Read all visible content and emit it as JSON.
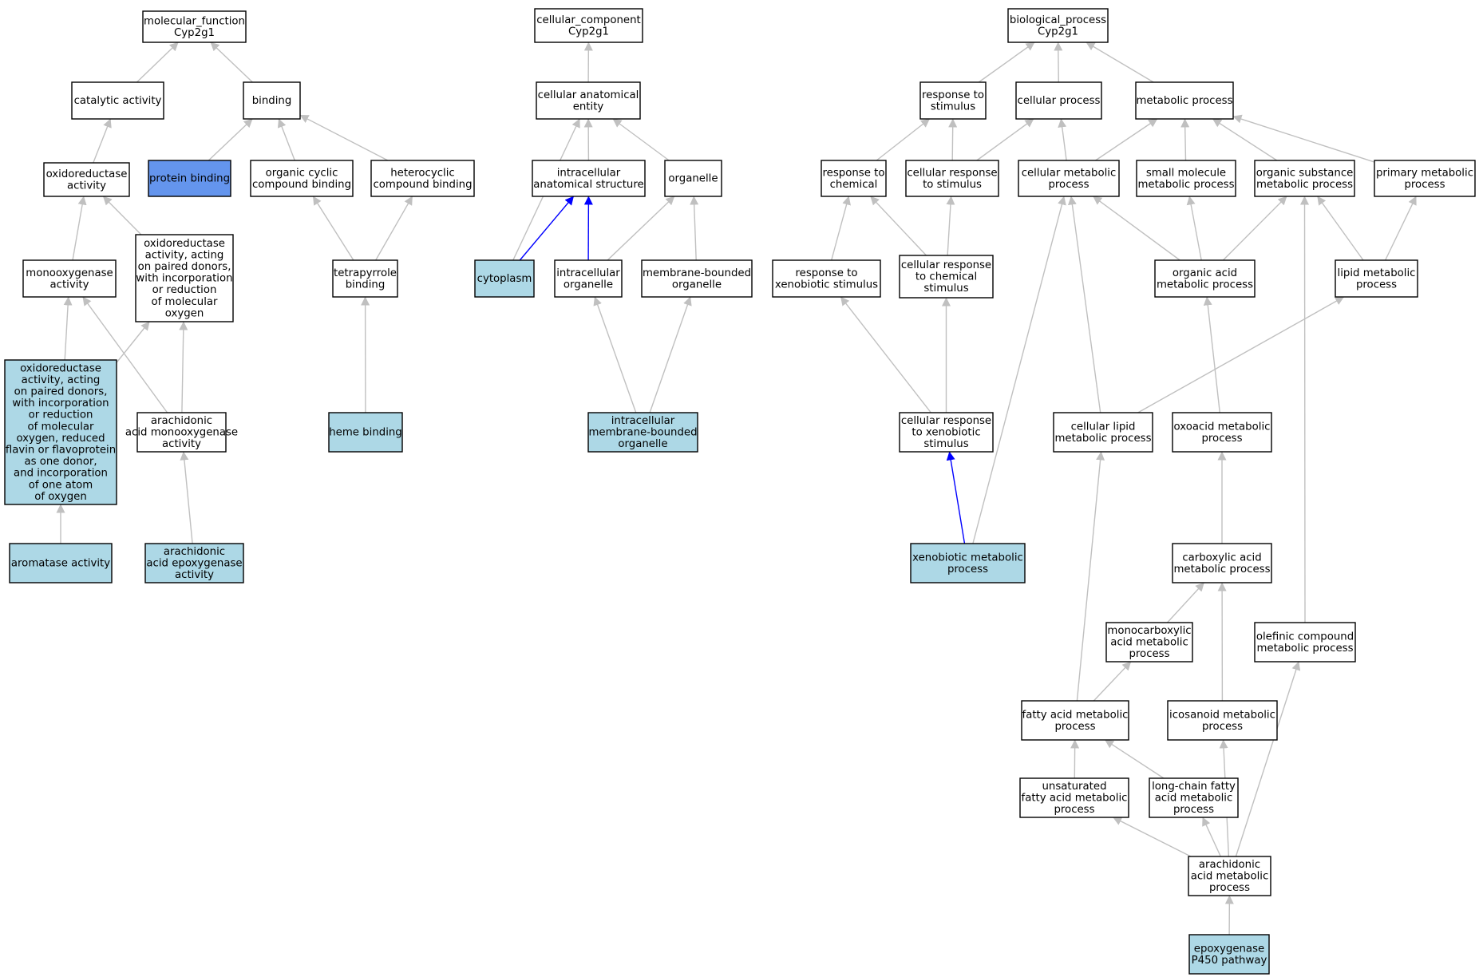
{
  "colors": {
    "node_default": "#ffffff",
    "node_annotated": "#add8e6",
    "node_query": "#6495ed",
    "edge_default": "#c0c0c0",
    "edge_highlight": "#0000ff",
    "border": "#000000"
  },
  "nodes": [
    {
      "id": "mf_root",
      "lines": [
        "molecular_function",
        "Cyp2g1"
      ],
      "fill": "default"
    },
    {
      "id": "catalytic",
      "lines": [
        "catalytic activity"
      ],
      "fill": "default"
    },
    {
      "id": "binding",
      "lines": [
        "binding"
      ],
      "fill": "default"
    },
    {
      "id": "oxidoreductase",
      "lines": [
        "oxidoreductase",
        "activity"
      ],
      "fill": "default"
    },
    {
      "id": "protein_binding",
      "lines": [
        "protein binding"
      ],
      "fill": "query"
    },
    {
      "id": "organic_cyclic",
      "lines": [
        "organic cyclic",
        "compound binding"
      ],
      "fill": "default"
    },
    {
      "id": "heterocyclic",
      "lines": [
        "heterocyclic",
        "compound binding"
      ],
      "fill": "default"
    },
    {
      "id": "monooxygenase",
      "lines": [
        "monooxygenase",
        "activity"
      ],
      "fill": "default"
    },
    {
      "id": "oxred_paired",
      "lines": [
        "oxidoreductase",
        "activity, acting",
        "on paired donors,",
        "with incorporation",
        "or reduction",
        "of molecular",
        "oxygen"
      ],
      "fill": "default"
    },
    {
      "id": "tetrapyrrole",
      "lines": [
        "tetrapyrrole",
        "binding"
      ],
      "fill": "default"
    },
    {
      "id": "oxred_flavin",
      "lines": [
        "oxidoreductase",
        "activity, acting",
        "on paired donors,",
        "with incorporation",
        "or reduction",
        "of molecular",
        "oxygen, reduced",
        "flavin or flavoprotein",
        "as one donor,",
        "and incorporation",
        "of one atom",
        "of oxygen"
      ],
      "fill": "annotated"
    },
    {
      "id": "arach_mono",
      "lines": [
        "arachidonic",
        "acid monooxygenase",
        "activity"
      ],
      "fill": "default"
    },
    {
      "id": "heme",
      "lines": [
        "heme binding"
      ],
      "fill": "annotated"
    },
    {
      "id": "aromatase",
      "lines": [
        "aromatase activity"
      ],
      "fill": "annotated"
    },
    {
      "id": "arach_epox",
      "lines": [
        "arachidonic",
        "acid epoxygenase",
        "activity"
      ],
      "fill": "annotated"
    },
    {
      "id": "cc_root",
      "lines": [
        "cellular_component",
        "Cyp2g1"
      ],
      "fill": "default"
    },
    {
      "id": "cell_anat",
      "lines": [
        "cellular anatomical",
        "entity"
      ],
      "fill": "default"
    },
    {
      "id": "intra_anat",
      "lines": [
        "intracellular",
        "anatomical structure"
      ],
      "fill": "default"
    },
    {
      "id": "organelle",
      "lines": [
        "organelle"
      ],
      "fill": "default"
    },
    {
      "id": "cytoplasm",
      "lines": [
        "cytoplasm"
      ],
      "fill": "annotated"
    },
    {
      "id": "intra_org",
      "lines": [
        "intracellular",
        "organelle"
      ],
      "fill": "default"
    },
    {
      "id": "mem_org",
      "lines": [
        "membrane-bounded",
        "organelle"
      ],
      "fill": "default"
    },
    {
      "id": "intra_mem",
      "lines": [
        "intracellular",
        "membrane-bounded",
        "organelle"
      ],
      "fill": "annotated"
    },
    {
      "id": "bp_root",
      "lines": [
        "biological_process",
        "Cyp2g1"
      ],
      "fill": "default"
    },
    {
      "id": "resp_stim",
      "lines": [
        "response to",
        "stimulus"
      ],
      "fill": "default"
    },
    {
      "id": "cell_proc",
      "lines": [
        "cellular process"
      ],
      "fill": "default"
    },
    {
      "id": "met_proc",
      "lines": [
        "metabolic process"
      ],
      "fill": "default"
    },
    {
      "id": "resp_chem",
      "lines": [
        "response to",
        "chemical"
      ],
      "fill": "default"
    },
    {
      "id": "cell_resp_stim",
      "lines": [
        "cellular response",
        "to stimulus"
      ],
      "fill": "default"
    },
    {
      "id": "cell_met",
      "lines": [
        "cellular metabolic",
        "process"
      ],
      "fill": "default"
    },
    {
      "id": "small_mol",
      "lines": [
        "small molecule",
        "metabolic process"
      ],
      "fill": "default"
    },
    {
      "id": "org_sub",
      "lines": [
        "organic substance",
        "metabolic process"
      ],
      "fill": "default"
    },
    {
      "id": "prim_met",
      "lines": [
        "primary metabolic",
        "process"
      ],
      "fill": "default"
    },
    {
      "id": "resp_xeno",
      "lines": [
        "response to",
        "xenobiotic stimulus"
      ],
      "fill": "default"
    },
    {
      "id": "cell_resp_chem",
      "lines": [
        "cellular response",
        "to chemical",
        "stimulus"
      ],
      "fill": "default"
    },
    {
      "id": "org_acid",
      "lines": [
        "organic acid",
        "metabolic process"
      ],
      "fill": "default"
    },
    {
      "id": "lipid_met",
      "lines": [
        "lipid metabolic",
        "process"
      ],
      "fill": "default"
    },
    {
      "id": "cell_resp_xeno",
      "lines": [
        "cellular response",
        "to xenobiotic",
        "stimulus"
      ],
      "fill": "default"
    },
    {
      "id": "cell_lipid",
      "lines": [
        "cellular lipid",
        "metabolic process"
      ],
      "fill": "default"
    },
    {
      "id": "oxoacid",
      "lines": [
        "oxoacid metabolic",
        "process"
      ],
      "fill": "default"
    },
    {
      "id": "xeno_met",
      "lines": [
        "xenobiotic metabolic",
        "process"
      ],
      "fill": "annotated"
    },
    {
      "id": "carbox",
      "lines": [
        "carboxylic acid",
        "metabolic process"
      ],
      "fill": "default"
    },
    {
      "id": "monocarbox",
      "lines": [
        "monocarboxylic",
        "acid metabolic",
        "process"
      ],
      "fill": "default"
    },
    {
      "id": "olefinic",
      "lines": [
        "olefinic compound",
        "metabolic process"
      ],
      "fill": "default"
    },
    {
      "id": "fatty_acid",
      "lines": [
        "fatty acid metabolic",
        "process"
      ],
      "fill": "default"
    },
    {
      "id": "icosanoid",
      "lines": [
        "icosanoid metabolic",
        "process"
      ],
      "fill": "default"
    },
    {
      "id": "unsat_fatty",
      "lines": [
        "unsaturated",
        "fatty acid metabolic",
        "process"
      ],
      "fill": "default"
    },
    {
      "id": "long_chain",
      "lines": [
        "long-chain fatty",
        "acid metabolic",
        "process"
      ],
      "fill": "default"
    },
    {
      "id": "arach_met",
      "lines": [
        "arachidonic",
        "acid metabolic",
        "process"
      ],
      "fill": "default"
    },
    {
      "id": "epox_path",
      "lines": [
        "epoxygenase",
        "P450 pathway"
      ],
      "fill": "annotated"
    }
  ],
  "edges": [
    {
      "from": "catalytic",
      "to": "mf_root"
    },
    {
      "from": "binding",
      "to": "mf_root"
    },
    {
      "from": "oxidoreductase",
      "to": "catalytic"
    },
    {
      "from": "protein_binding",
      "to": "binding"
    },
    {
      "from": "organic_cyclic",
      "to": "binding"
    },
    {
      "from": "heterocyclic",
      "to": "binding"
    },
    {
      "from": "monooxygenase",
      "to": "oxidoreductase"
    },
    {
      "from": "oxred_paired",
      "to": "oxidoreductase"
    },
    {
      "from": "tetrapyrrole",
      "to": "organic_cyclic"
    },
    {
      "from": "tetrapyrrole",
      "to": "heterocyclic"
    },
    {
      "from": "oxred_flavin",
      "to": "monooxygenase"
    },
    {
      "from": "oxred_flavin",
      "to": "oxred_paired"
    },
    {
      "from": "arach_mono",
      "to": "monooxygenase"
    },
    {
      "from": "arach_mono",
      "to": "oxred_paired"
    },
    {
      "from": "heme",
      "to": "tetrapyrrole"
    },
    {
      "from": "aromatase",
      "to": "oxred_flavin"
    },
    {
      "from": "arach_epox",
      "to": "arach_mono"
    },
    {
      "from": "cell_anat",
      "to": "cc_root"
    },
    {
      "from": "intra_anat",
      "to": "cell_anat"
    },
    {
      "from": "organelle",
      "to": "cell_anat"
    },
    {
      "from": "cytoplasm",
      "to": "cell_anat"
    },
    {
      "from": "cytoplasm",
      "to": "intra_anat",
      "highlight": true
    },
    {
      "from": "intra_org",
      "to": "intra_anat",
      "highlight": true
    },
    {
      "from": "intra_org",
      "to": "organelle"
    },
    {
      "from": "mem_org",
      "to": "organelle"
    },
    {
      "from": "intra_mem",
      "to": "intra_org"
    },
    {
      "from": "intra_mem",
      "to": "mem_org"
    },
    {
      "from": "resp_stim",
      "to": "bp_root"
    },
    {
      "from": "cell_proc",
      "to": "bp_root"
    },
    {
      "from": "met_proc",
      "to": "bp_root"
    },
    {
      "from": "resp_chem",
      "to": "resp_stim"
    },
    {
      "from": "cell_resp_stim",
      "to": "resp_stim"
    },
    {
      "from": "cell_resp_stim",
      "to": "cell_proc"
    },
    {
      "from": "cell_met",
      "to": "cell_proc"
    },
    {
      "from": "cell_met",
      "to": "met_proc"
    },
    {
      "from": "small_mol",
      "to": "met_proc"
    },
    {
      "from": "org_sub",
      "to": "met_proc"
    },
    {
      "from": "prim_met",
      "to": "met_proc"
    },
    {
      "from": "resp_xeno",
      "to": "resp_chem"
    },
    {
      "from": "cell_resp_chem",
      "to": "resp_chem"
    },
    {
      "from": "cell_resp_chem",
      "to": "cell_resp_stim"
    },
    {
      "from": "org_acid",
      "to": "cell_met"
    },
    {
      "from": "org_acid",
      "to": "small_mol"
    },
    {
      "from": "org_acid",
      "to": "org_sub"
    },
    {
      "from": "lipid_met",
      "to": "org_sub"
    },
    {
      "from": "lipid_met",
      "to": "prim_met"
    },
    {
      "from": "cell_resp_xeno",
      "to": "resp_xeno"
    },
    {
      "from": "cell_resp_xeno",
      "to": "cell_resp_chem"
    },
    {
      "from": "cell_lipid",
      "to": "cell_met"
    },
    {
      "from": "cell_lipid",
      "to": "lipid_met"
    },
    {
      "from": "oxoacid",
      "to": "org_acid"
    },
    {
      "from": "xeno_met",
      "to": "cell_met"
    },
    {
      "from": "xeno_met",
      "to": "cell_resp_xeno",
      "highlight": true
    },
    {
      "from": "carbox",
      "to": "oxoacid"
    },
    {
      "from": "monocarbox",
      "to": "carbox"
    },
    {
      "from": "olefinic",
      "to": "org_sub"
    },
    {
      "from": "fatty_acid",
      "to": "cell_lipid"
    },
    {
      "from": "fatty_acid",
      "to": "monocarbox"
    },
    {
      "from": "icosanoid",
      "to": "carbox"
    },
    {
      "from": "unsat_fatty",
      "to": "fatty_acid"
    },
    {
      "from": "long_chain",
      "to": "fatty_acid"
    },
    {
      "from": "arach_met",
      "to": "unsat_fatty"
    },
    {
      "from": "arach_met",
      "to": "long_chain"
    },
    {
      "from": "arach_met",
      "to": "icosanoid"
    },
    {
      "from": "arach_met",
      "to": "olefinic"
    },
    {
      "from": "epox_path",
      "to": "arach_met"
    }
  ]
}
